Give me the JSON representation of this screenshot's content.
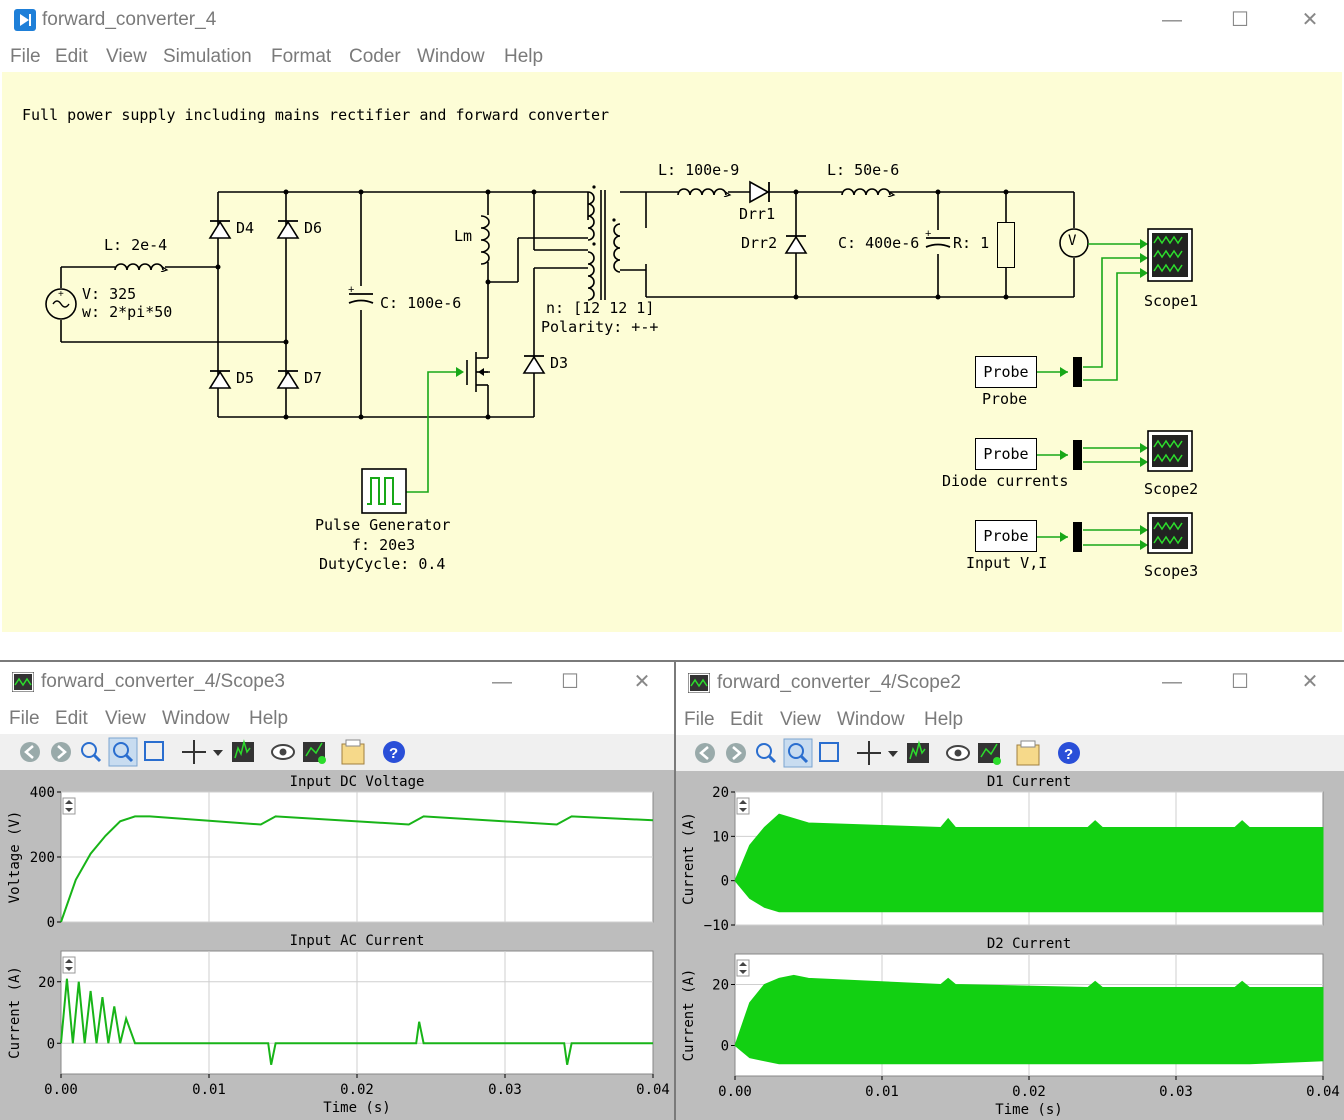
{
  "main": {
    "title": "forward_converter_4",
    "menu": [
      "File",
      "Edit",
      "View",
      "Simulation",
      "Format",
      "Coder",
      "Window",
      "Help"
    ],
    "description": "Full power supply including mains rectifier and forward converter",
    "components": {
      "src_v": "V: 325",
      "src_w": "w: 2*pi*50",
      "l_in": "L: 2e-4",
      "d4": "D4",
      "d5": "D5",
      "d6": "D6",
      "d7": "D7",
      "d3": "D3",
      "c_bulk": "C: 100e-6",
      "lm": "Lm",
      "n": "n: [12 12 1]",
      "polarity": "Polarity: +-+",
      "l_leak": "L: 100e-9",
      "drr1": "Drr1",
      "drr2": "Drr2",
      "l_out": "L: 50e-6",
      "c_out": "C: 400e-6",
      "r_load": "R: 1",
      "vm": "V",
      "pg_name": "Pulse Generator",
      "pg_f": "f: 20e3",
      "pg_duty": "DutyCycle: 0.4",
      "probe_block": "Probe",
      "probe1_name": "Probe",
      "probe2_name": "Diode currents",
      "probe3_name": "Input V,I",
      "scope1": "Scope1",
      "scope2": "Scope2",
      "scope3": "Scope3"
    }
  },
  "scope3": {
    "title": "forward_converter_4/Scope3",
    "menu": [
      "File",
      "Edit",
      "View",
      "Window",
      "Help"
    ],
    "plots": [
      {
        "title": "Input DC Voltage",
        "ylabel": "Voltage (V)",
        "yticks": [
          "400",
          "200",
          "0"
        ]
      },
      {
        "title": "Input AC Current",
        "ylabel": "Current (A)",
        "yticks": [
          "20",
          "0"
        ]
      }
    ],
    "xticks": [
      "0.00",
      "0.01",
      "0.02",
      "0.03",
      "0.04"
    ],
    "xlabel": "Time (s)"
  },
  "scope2": {
    "title": "forward_converter_4/Scope2",
    "menu": [
      "File",
      "Edit",
      "View",
      "Window",
      "Help"
    ],
    "plots": [
      {
        "title": "D1 Current",
        "ylabel": "Current (A)",
        "yticks": [
          "20",
          "10",
          "0",
          "−10"
        ]
      },
      {
        "title": "D2 Current",
        "ylabel": "Current (A)",
        "yticks": [
          "20",
          "0"
        ]
      }
    ],
    "xticks": [
      "0.00",
      "0.01",
      "0.02",
      "0.03",
      "0.04"
    ],
    "xlabel": "Time (s)"
  },
  "chart_data": [
    {
      "type": "line",
      "title": "Input DC Voltage",
      "ylabel": "Voltage (V)",
      "xlabel": "Time (s)",
      "ylim": [
        0,
        400
      ],
      "xlim": [
        0,
        0.04
      ],
      "series": [
        {
          "x": [
            0,
            0.001,
            0.002,
            0.003,
            0.004,
            0.005,
            0.006,
            0.0135,
            0.0145,
            0.0235,
            0.0245,
            0.0335,
            0.0345,
            0.04
          ],
          "y": [
            0,
            130,
            210,
            265,
            310,
            325,
            325,
            300,
            325,
            300,
            325,
            300,
            325,
            313
          ]
        }
      ]
    },
    {
      "type": "line",
      "title": "Input AC Current",
      "ylabel": "Current (A)",
      "xlabel": "Time (s)",
      "ylim": [
        -10,
        30
      ],
      "xlim": [
        0,
        0.04
      ],
      "series": [
        {
          "x": [
            0,
            0.0004,
            0.0008,
            0.0012,
            0.0016,
            0.002,
            0.0024,
            0.0028,
            0.0032,
            0.0036,
            0.004,
            0.0044,
            0.005,
            0.014,
            0.0142,
            0.0145,
            0.024,
            0.0242,
            0.0245,
            0.034,
            0.0342,
            0.0345,
            0.04
          ],
          "y": [
            0,
            21,
            0,
            20,
            0,
            17,
            0,
            15,
            0,
            12,
            0,
            8,
            0,
            0,
            -7,
            0,
            0,
            7,
            0,
            0,
            -7,
            0,
            0
          ]
        }
      ]
    },
    {
      "type": "area",
      "title": "D1 Current",
      "ylabel": "Current (A)",
      "xlabel": "Time (s)",
      "ylim": [
        -10,
        20
      ],
      "xlim": [
        0,
        0.04
      ],
      "series": [
        {
          "x": [
            0,
            0.001,
            0.002,
            0.003,
            0.005,
            0.014,
            0.0145,
            0.015,
            0.024,
            0.0245,
            0.025,
            0.034,
            0.0345,
            0.035,
            0.04
          ],
          "upper": [
            0,
            8,
            12,
            15,
            13,
            12,
            14,
            12,
            12,
            13.5,
            12,
            12,
            13.5,
            12,
            12
          ],
          "lower": [
            0,
            -4,
            -6,
            -7,
            -7,
            -7,
            -7,
            -7,
            -7,
            -7,
            -7,
            -7,
            -7,
            -7,
            -7
          ]
        }
      ]
    },
    {
      "type": "area",
      "title": "D2 Current",
      "ylabel": "Current (A)",
      "xlabel": "Time (s)",
      "ylim": [
        -10,
        30
      ],
      "xlim": [
        0,
        0.04
      ],
      "series": [
        {
          "x": [
            0,
            0.001,
            0.002,
            0.003,
            0.004,
            0.005,
            0.014,
            0.0145,
            0.015,
            0.024,
            0.0245,
            0.025,
            0.034,
            0.0345,
            0.035,
            0.04
          ],
          "upper": [
            0,
            14,
            20,
            22,
            23,
            22,
            20,
            22,
            20,
            19,
            21,
            19,
            19,
            21,
            19,
            19
          ],
          "lower": [
            0,
            -4,
            -5,
            -6,
            -6,
            -6,
            -6,
            -6,
            -6,
            -6,
            -6,
            -6,
            -6,
            -6,
            -6,
            -5
          ]
        }
      ]
    }
  ]
}
